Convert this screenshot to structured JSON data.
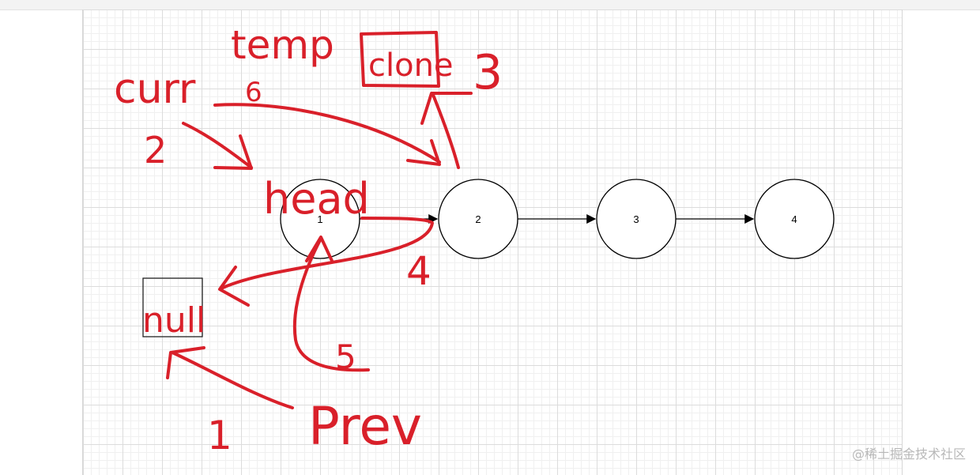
{
  "diagram": {
    "nodes": [
      {
        "id": "n1",
        "label": "1"
      },
      {
        "id": "n2",
        "label": "2"
      },
      {
        "id": "n3",
        "label": "3"
      },
      {
        "id": "n4",
        "label": "4"
      }
    ],
    "null_box_label": "null",
    "annotations": {
      "temp": "temp",
      "clone": "clone",
      "curr": "curr",
      "head": "head",
      "prev": "Prev",
      "step_1": "1",
      "step_2": "2",
      "step_3": "3",
      "step_4": "4",
      "step_5": "5",
      "step_6": "6"
    }
  },
  "watermark": "@稀土掘金技术社区",
  "colors": {
    "ink": "#d9202a",
    "node_stroke": "#000000",
    "grid": "#dcdcdc"
  }
}
